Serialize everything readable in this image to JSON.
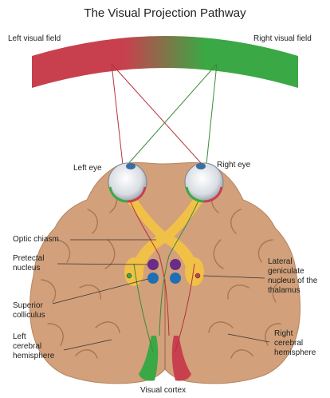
{
  "title": "The Visual Projection Pathway",
  "colors": {
    "left_field": "#c8404e",
    "right_field": "#3aa844",
    "brain": "#d2a07a",
    "brain_fold": "#a87652",
    "optic_path": "#f5c542",
    "pretectal": "#6a2c86",
    "colliculus": "#1f6fb4",
    "line_red": "#b8303c",
    "line_green": "#3a8a3a"
  },
  "labels": {
    "left_visual_field": "Left visual field",
    "right_visual_field": "Right visual field",
    "left_eye": "Left eye",
    "right_eye": "Right eye",
    "optic_chiasm": "Optic chiasm",
    "pretectal_nucleus": "Pretectal\nnucleus",
    "lateral_geniculate": "Lateral\ngeniculate\nnucleus of the\nthalamus",
    "superior_colliculus": "Superior\ncolliculus",
    "left_hemisphere": "Left\ncerebral\nhemisphere",
    "right_hemisphere": "Right\ncerebral\nhemisphere",
    "visual_cortex": "Visual cortex"
  }
}
